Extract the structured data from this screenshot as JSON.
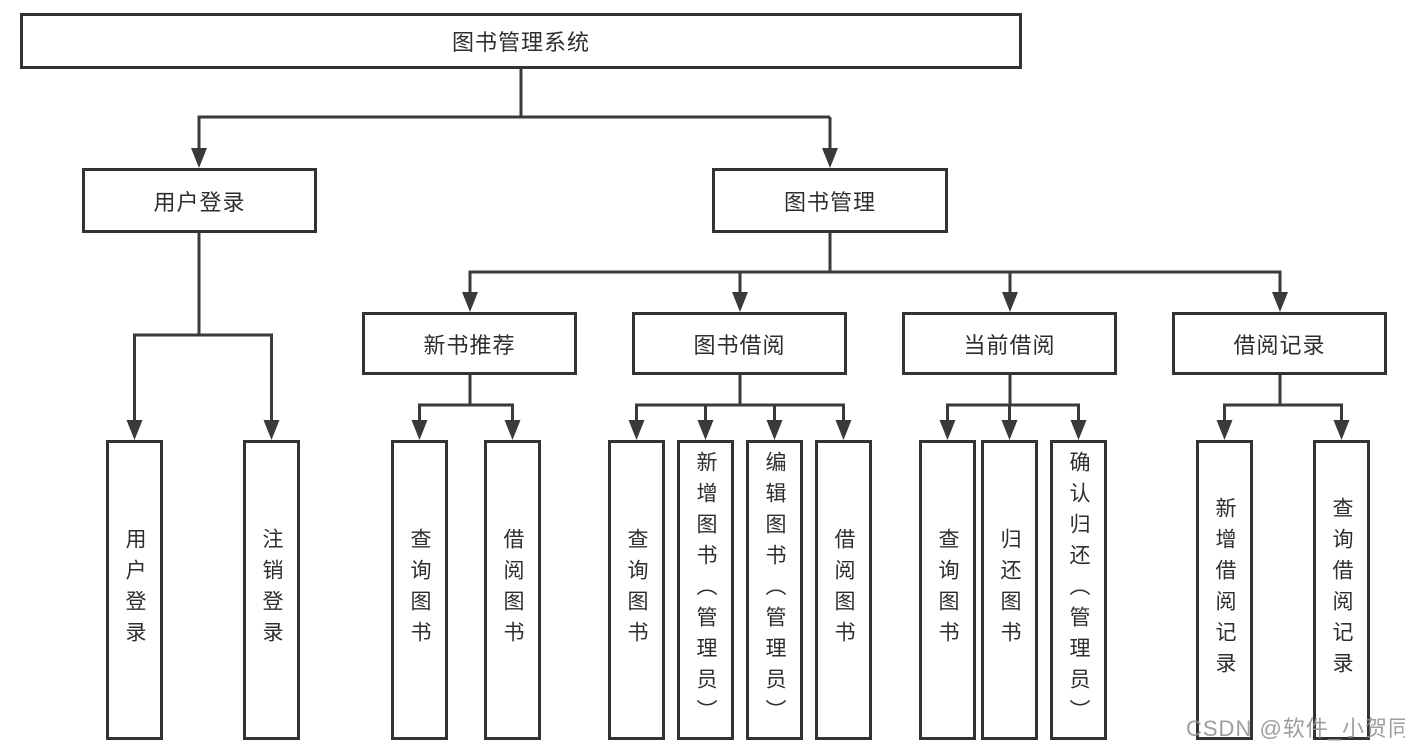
{
  "diagram": {
    "root": {
      "label": "图书管理系统"
    },
    "branches": [
      {
        "label": "用户登录"
      },
      {
        "label": "图书管理"
      }
    ],
    "modules": [
      {
        "label": "新书推荐",
        "parent": "图书管理"
      },
      {
        "label": "图书借阅",
        "parent": "图书管理"
      },
      {
        "label": "当前借阅",
        "parent": "图书管理"
      },
      {
        "label": "借阅记录",
        "parent": "图书管理"
      }
    ],
    "functions": [
      {
        "label": "用户登录",
        "parent": "用户登录"
      },
      {
        "label": "注销登录",
        "parent": "用户登录"
      },
      {
        "label": "查询图书",
        "parent": "新书推荐"
      },
      {
        "label": "借阅图书",
        "parent": "新书推荐"
      },
      {
        "label": "查询图书",
        "parent": "图书借阅"
      },
      {
        "label": "新增图书（管理员）",
        "parent": "图书借阅"
      },
      {
        "label": "编辑图书（管理员）",
        "parent": "图书借阅"
      },
      {
        "label": "借阅图书",
        "parent": "图书借阅"
      },
      {
        "label": "查询图书",
        "parent": "当前借阅"
      },
      {
        "label": "归还图书",
        "parent": "当前借阅"
      },
      {
        "label": "确认归还（管理员）",
        "parent": "当前借阅"
      },
      {
        "label": "新增借阅记录",
        "parent": "借阅记录"
      },
      {
        "label": "查询借阅记录",
        "parent": "借阅记录"
      }
    ],
    "colors": {
      "border": "#333333",
      "text": "#2e2e2e",
      "line": "#3a3a3a",
      "background": "#ffffff",
      "watermark": "#949494"
    }
  },
  "watermark": {
    "text": "CSDN @软件_小贺同学"
  }
}
